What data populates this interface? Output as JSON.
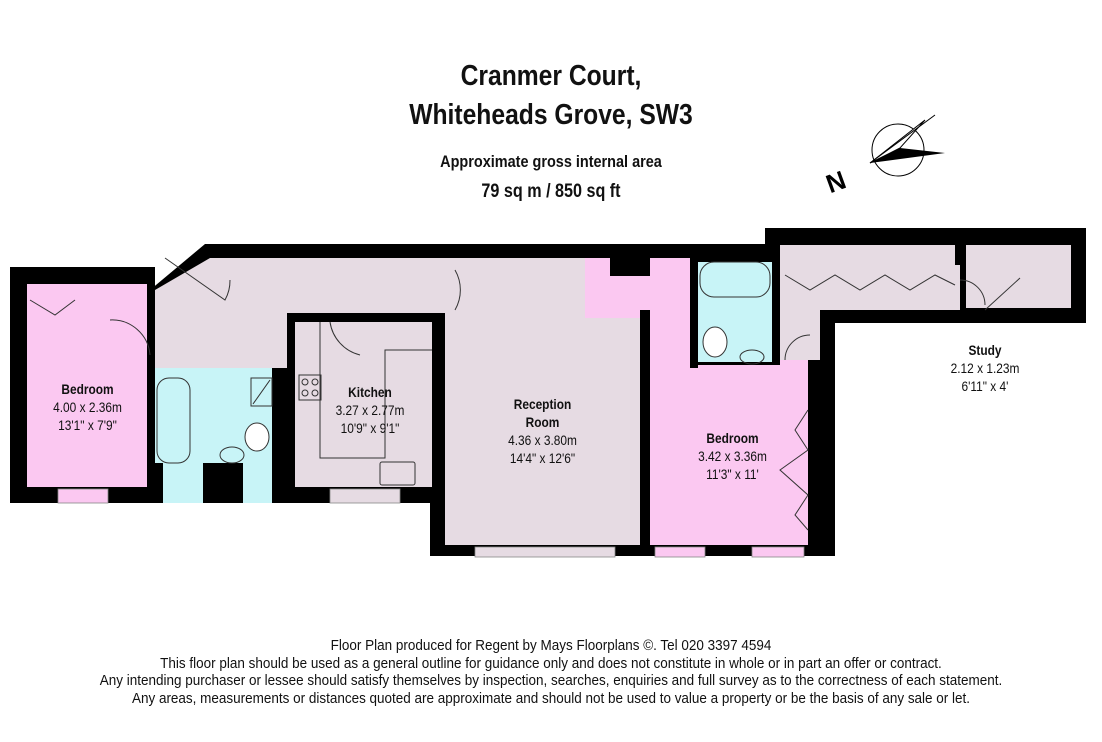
{
  "title": {
    "line1": "Cranmer Court,",
    "line2": "Whiteheads Grove, SW3"
  },
  "area": {
    "label": "Approximate gross internal area",
    "value": "79 sq m  /  850 sq ft"
  },
  "compass": {
    "label": "N"
  },
  "rooms": [
    {
      "name": "Bedroom",
      "metric": "4.00 x 2.36m",
      "imperial": "13'1\" x 7'9\""
    },
    {
      "name": "Kitchen",
      "metric": "3.27 x 2.77m",
      "imperial": "10'9\" x 9'1\""
    },
    {
      "name": "Reception",
      "name2": "Room",
      "metric": "4.36 x 3.80m",
      "imperial": "14'4\" x 12'6\""
    },
    {
      "name": "Bedroom",
      "metric": "3.42 x 3.36m",
      "imperial": "11'3\" x 11'"
    },
    {
      "name": "Study",
      "metric": "2.12 x 1.23m",
      "imperial": "6'11\" x 4'"
    }
  ],
  "colors": {
    "hall": "#e6dbe3",
    "bedroom": "#fbc8f1",
    "bathroom": "#c8f4f7",
    "wall": "#000000"
  },
  "footer": [
    "Floor Plan produced for Regent by Mays Floorplans ©. Tel 020 3397 4594",
    "This floor plan should be used as a general outline for guidance only and does not constitute in whole or in part an offer or contract.",
    "Any intending purchaser or lessee should satisfy themselves by inspection, searches, enquiries and full survey as to the correctness of each statement.",
    "Any areas, measurements or distances quoted are approximate and should not be used to value a property or be the basis of any sale or let."
  ]
}
